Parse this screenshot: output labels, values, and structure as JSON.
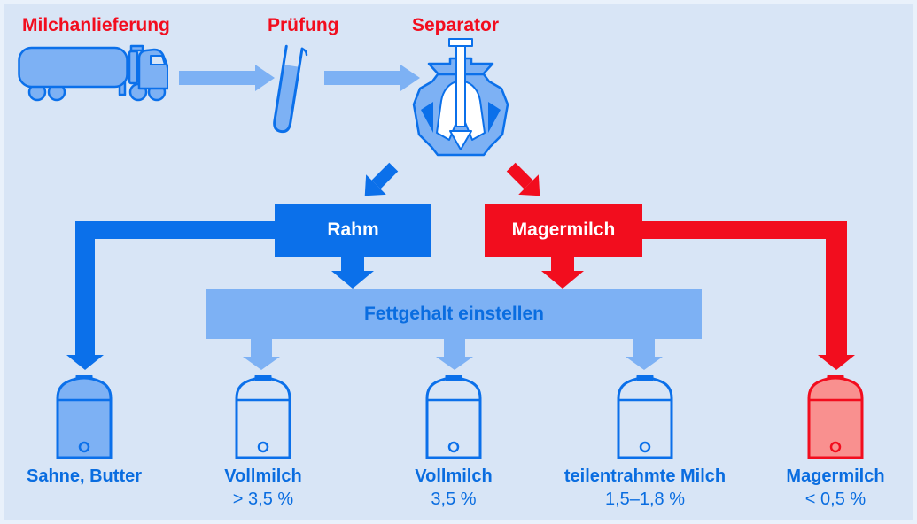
{
  "palette": {
    "bg": "#d8e5f6",
    "frame": "#e9f1fb",
    "blue": "#0b70ea",
    "medium": "#7db1f4",
    "red": "#f20d1e",
    "pink": "#f9908f",
    "text_blue": "#0a6de0",
    "white": "#ffffff"
  },
  "stages": {
    "delivery": "Milchanlieferung",
    "testing": "Prüfung",
    "separator": "Separator"
  },
  "streams": {
    "cream": "Rahm",
    "skim": "Magermilch"
  },
  "process": {
    "adjust_fat": "Fettgehalt einstellen"
  },
  "products": [
    {
      "label": "Sahne, Butter",
      "sublabel": ""
    },
    {
      "label": "Vollmilch",
      "sublabel": "> 3,5 %"
    },
    {
      "label": "Vollmilch",
      "sublabel": "3,5 %"
    },
    {
      "label": "teilentrahmte Milch",
      "sublabel": "1,5–1,8 %"
    },
    {
      "label": "Magermilch",
      "sublabel": "< 0,5 %"
    }
  ],
  "icons": {
    "truck": "milk-tanker-truck-icon",
    "tube": "test-tube-icon",
    "separator": "centrifugal-separator-icon",
    "tank": "storage-tank-icon",
    "arrow": "flow-arrow-icon"
  }
}
